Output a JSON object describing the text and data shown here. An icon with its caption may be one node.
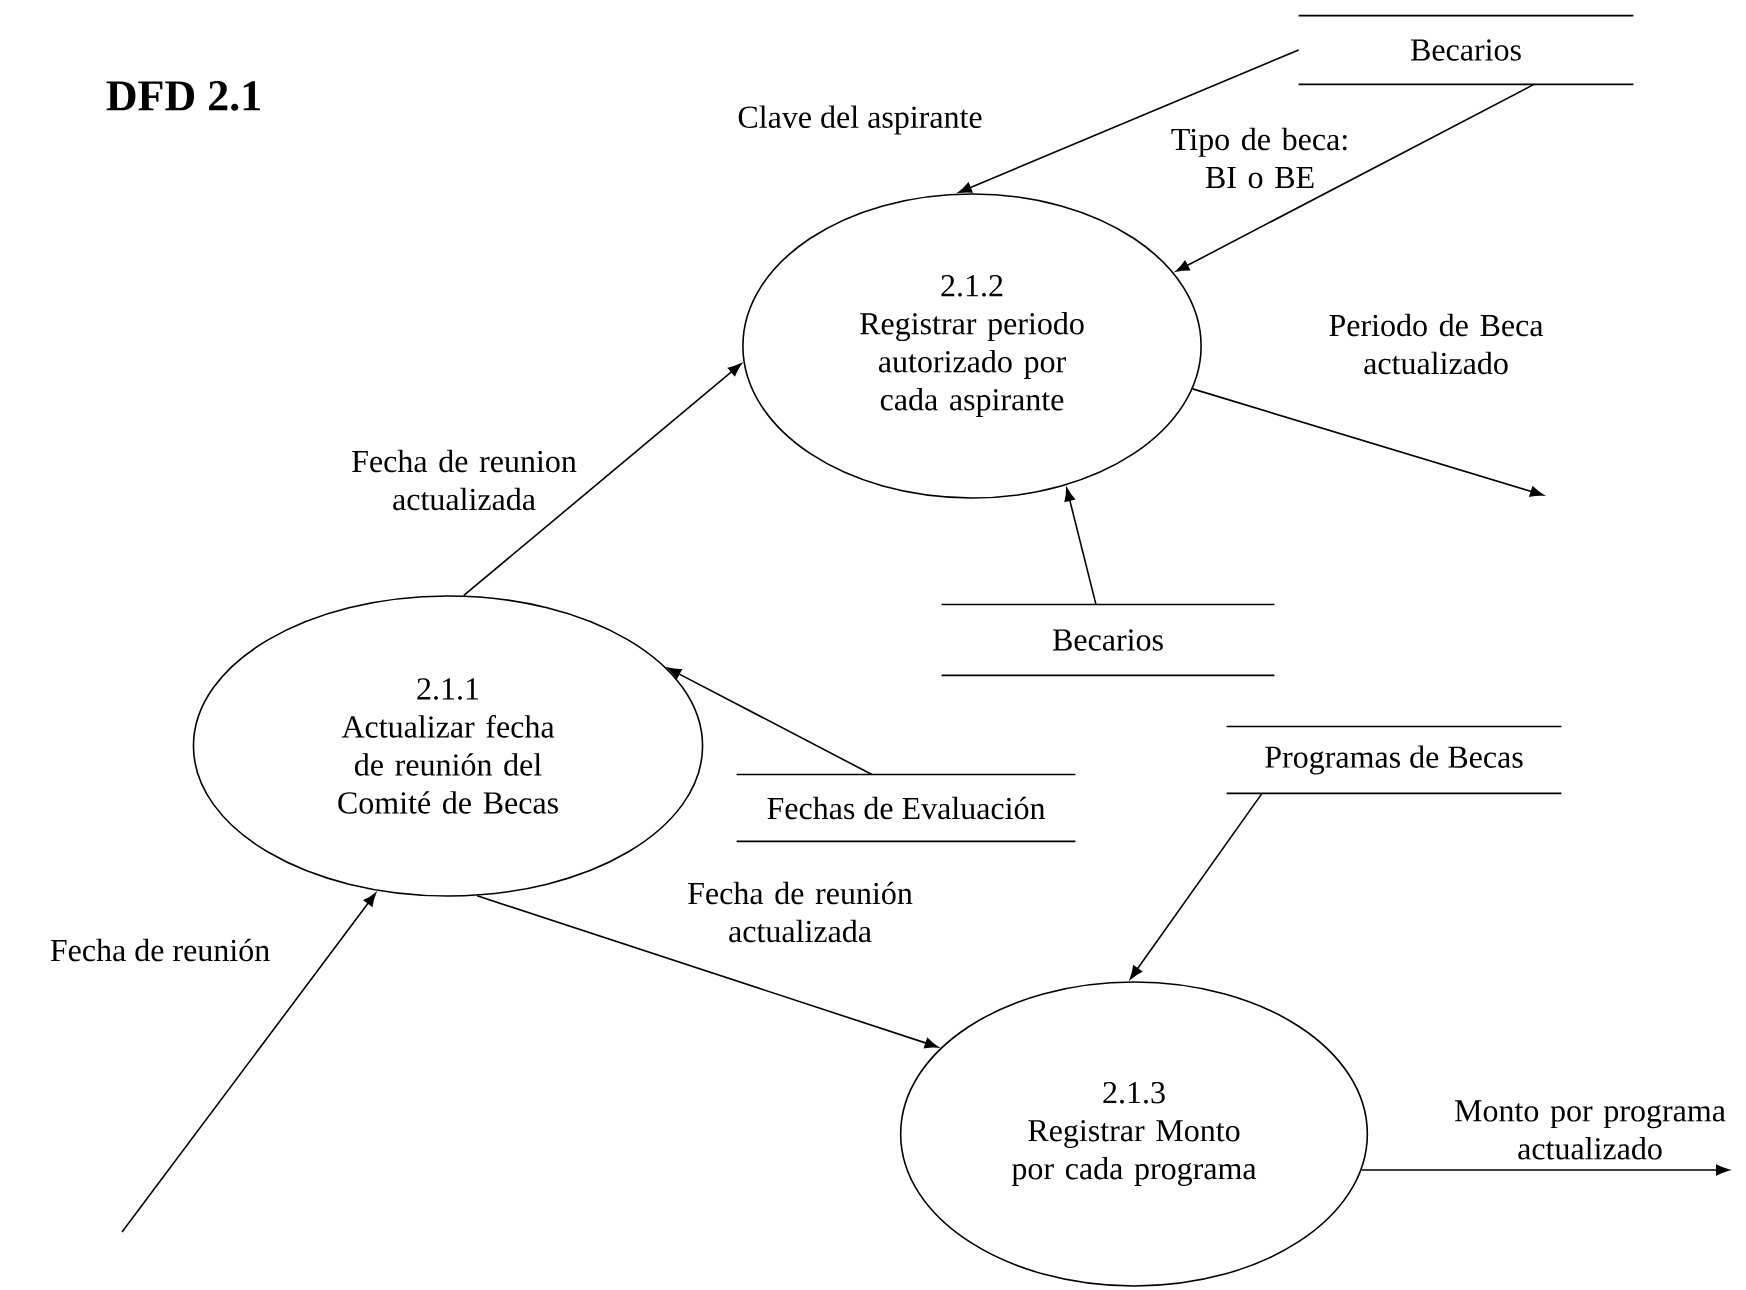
{
  "diagram": {
    "title": "DFD 2.1",
    "nodes": [
      {
        "text": [
          "Becarios"
        ]
      },
      {
        "text": [
          "2.1.2",
          "Registrar periodo autorizado por cada aspirante"
        ]
      },
      {
        "text": [
          "Becarios"
        ]
      },
      {
        "text": [
          "2.1.1",
          "Actualizar fecha de reunión del Comité de Becas"
        ]
      },
      {
        "text": [
          "Fechas de Evaluación"
        ]
      },
      {
        "text": [
          "Programas de Becas"
        ]
      },
      {
        "text": [
          "2.1.3",
          "Registrar Monto por cada programa"
        ]
      }
    ],
    "edges": [
      {
        "from": 0,
        "to": 1,
        "arrow": "to",
        "label": "Clave del aspirante"
      },
      {
        "from": 0,
        "to": 1,
        "arrow": "to",
        "label": "Tipo de beca: BI o BE"
      },
      {
        "from": 1,
        "to": null,
        "arrow": "to",
        "label": "Periodo de Beca actualizado"
      },
      {
        "from": 3,
        "to": 1,
        "arrow": "to",
        "label": "Fecha de reunion actualizada"
      },
      {
        "from": 2,
        "to": 1,
        "arrow": "to"
      },
      {
        "from": 4,
        "to": 3,
        "arrow": "to"
      },
      {
        "from": null,
        "to": 3,
        "arrow": "to",
        "label": "Fecha de reunión"
      },
      {
        "from": 3,
        "to": 6,
        "arrow": "to",
        "label": "Fecha de reunión actualizada"
      },
      {
        "from": 5,
        "to": 6,
        "arrow": "to"
      },
      {
        "from": 6,
        "to": null,
        "arrow": "to",
        "label": "Monto por programa actualizado"
      }
    ]
  }
}
